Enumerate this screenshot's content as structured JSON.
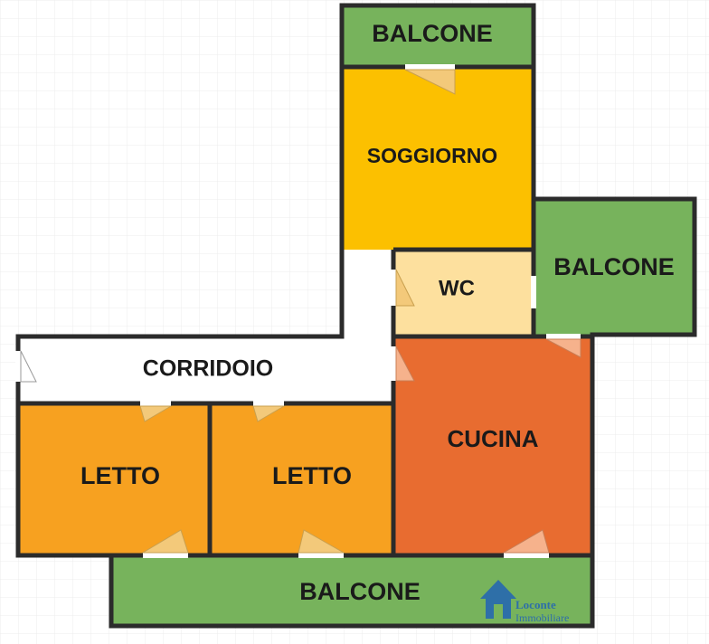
{
  "rooms": {
    "balcone_top": "BALCONE",
    "soggiorno": "SOGGIORNO",
    "wc": "WC",
    "balcone_right": "BALCONE",
    "corridoio": "CORRIDOIO",
    "cucina": "CUCINA",
    "letto_1": "LETTO",
    "letto_2": "LETTO",
    "balcone_bottom": "BALCONE"
  },
  "logo": {
    "line1": "Loconte",
    "line2": "Immobiliare"
  },
  "colors": {
    "balcone": "#77b35c",
    "soggiorno": "#fcc000",
    "wc": "#fde09e",
    "corridoio": "#ffffff",
    "cucina": "#e86c30",
    "letto": "#f7a120",
    "wall": "#2b2b2b",
    "door_swing": "#f3c97a",
    "logo_blue": "#2e6fa8",
    "grid": "#ececec"
  }
}
